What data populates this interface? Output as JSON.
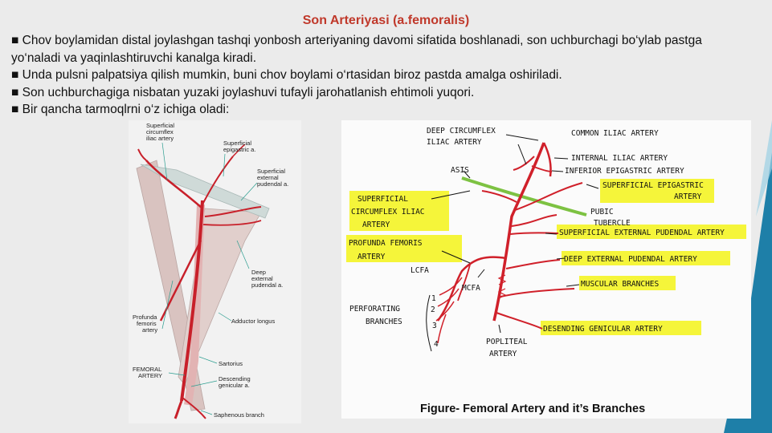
{
  "title": "Son Arteriyasi (a.femoralis)",
  "bullets": [
    "■ Chov boylamidan distal joylashgan tashqi yonbosh arteriyaning davomi sifatida boshlanadi, son uchburchagi bo‘ylab pastga yo‘naladi va yaqinlashtiruvchi kanalga kiradi.",
    "■ Unda pulsni palpatsiya qilish mumkin, buni chov boylami o‘rtasidan biroz pastda amalga oshiriladi.",
    "■ Son uchburchagiga nisbatan yuzaki joylashuvi tufayli jarohatlanish ehtimoli yuqori.",
    "■ Bir qancha tarmoqlrni o‘z ichiga oladi:"
  ],
  "left_figure": {
    "labels": {
      "sci1": "Superficial",
      "sci2": "circumflex",
      "sci3": "iliac artery",
      "se1": "Superficial",
      "se2": "epigastric a.",
      "sep1": "Superficial",
      "sep2": "external",
      "sep3": "pudendal a.",
      "dep1": "Deep",
      "dep2": "external",
      "dep3": "pudendal a.",
      "add": "Adductor longus",
      "pf1": "Profunda",
      "pf2": "femoris",
      "pf3": "artery",
      "fa1": "FEMORAL",
      "fa2": "ARTERY",
      "sar": "Sartorius",
      "dg1": "Descending",
      "dg2": "genicular a.",
      "sb": "Saphenous branch"
    }
  },
  "right_figure": {
    "labels": {
      "dci1": "DEEP CIRCUMFLEX",
      "dci2": "ILIAC ARTERY",
      "cia": "COMMON ILIAC ARTERY",
      "iia": "INTERNAL ILIAC ARTERY",
      "iea": "INFERIOR EPIGASTRIC ARTERY",
      "asis": "ASIS",
      "sea1": "SUPERFICIAL EPIGASTRIC",
      "sea2": "ARTERY",
      "sci1": "SUPERFICIAL",
      "sci2": "CIRCUMFLEX ILIAC",
      "sci3": "ARTERY",
      "pt1": "PUBIC",
      "pt2": "TUBERCLE",
      "sepa": "SUPERFICIAL EXTERNAL PUDENDAL ARTERY",
      "pf1": "PROFUNDA FEMORIS",
      "pf2": "ARTERY",
      "depa": "DEEP EXTERNAL PUDENDAL ARTERY",
      "lcfa": "LCFA",
      "mcfa": "MCFA",
      "mb": "MUSCULAR BRANCHES",
      "pb1": "PERFORATING",
      "pb2": "BRANCHES",
      "n1": "1",
      "n2": "2",
      "n3": "3",
      "n4": "4",
      "dga": "DESENDING GENICULAR ARTERY",
      "pa1": "POPLITEAL",
      "pa2": "ARTERY"
    }
  },
  "caption": "Figure- Femoral Artery and it’s Branches",
  "colors": {
    "title": "#c0392b",
    "artery": "#d0202a",
    "highlight": "#f5f53a",
    "asis_line": "#7dc242",
    "accent": "#1e7fa8"
  }
}
